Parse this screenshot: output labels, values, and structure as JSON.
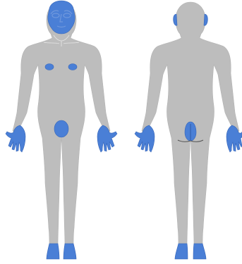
{
  "colors": {
    "body": "#bdbdbd",
    "body_stroke": "#b3b3b3",
    "highlight": "#4a7fd6",
    "highlight_dark": "#3766b8",
    "detail_line": "#ffffff",
    "background": "#ffffff"
  },
  "figures": [
    {
      "view": "front",
      "highlighted_regions": [
        "face",
        "nipples",
        "genital-region",
        "hands",
        "feet"
      ]
    },
    {
      "view": "back",
      "highlighted_regions": [
        "ears",
        "buttocks-cleft",
        "hands",
        "feet"
      ]
    }
  ]
}
